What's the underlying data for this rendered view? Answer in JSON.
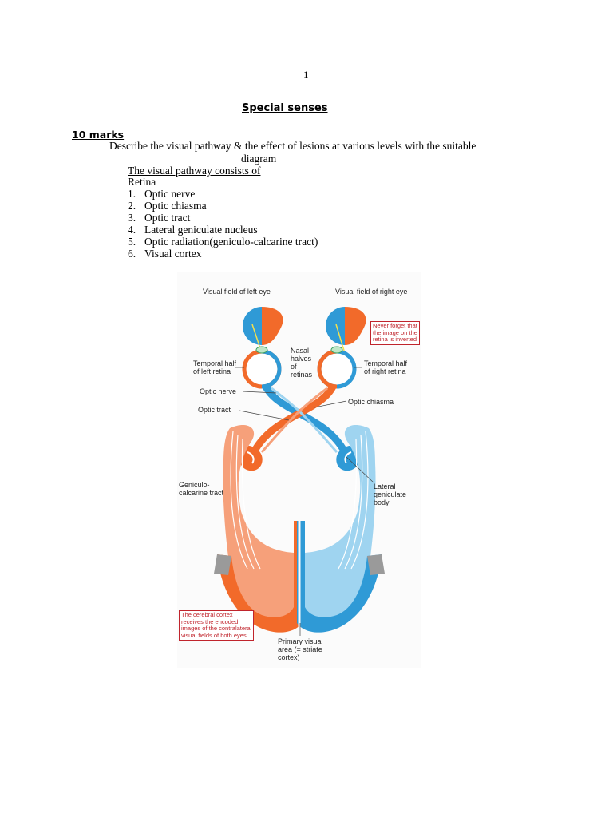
{
  "page_number": "1",
  "section_title": "Special senses",
  "marks_label": "10 marks",
  "question_line1": "Describe the visual pathway & the effect of lesions at various levels with the suitable",
  "question_line2": "diagram",
  "list_heading": "The visual pathway consists of",
  "retina_item": "Retina",
  "pathway_items": [
    {
      "num": "1.",
      "text": "Optic nerve"
    },
    {
      "num": "2.",
      "text": "Optic chiasma"
    },
    {
      "num": "3.",
      "text": "Optic tract"
    },
    {
      "num": "4.",
      "text": "Lateral geniculate nucleus"
    },
    {
      "num": "5.",
      "text": "Optic radiation(geniculo-calcarine tract)"
    },
    {
      "num": "6.",
      "text": "Visual cortex"
    }
  ],
  "diagram": {
    "labels": {
      "visual_field_left": "Visual field of left eye",
      "visual_field_right": "Visual field of right eye",
      "temporal_left": "Temporal half\nof left retina",
      "nasal_halves": "Nasal\nhalves\nof\nretinas",
      "temporal_right": "Temporal half\nof right retina",
      "optic_nerve": "Optic nerve",
      "optic_chiasma": "Optic chiasma",
      "optic_tract": "Optic tract",
      "geniculo_calcarine": "Geniculo-\ncalcarine tract",
      "lateral_geniculate": "Lateral\ngeniculate\nbody",
      "primary_visual": "Primary visual\narea (= striate\ncortex)"
    },
    "note_inverted": "Never forget that\nthe image on the\nretina is inverted",
    "note_cortex": "The cerebral cortex\nreceives the encoded\nimages of the contralateral\nvisual fields of both eyes.",
    "colors": {
      "orange": "#f26a2a",
      "light_orange": "#f6a07a",
      "blue": "#2f9ad6",
      "light_blue": "#9fd4f0",
      "note_red": "#c0242c",
      "grey": "#9a9a9a"
    }
  }
}
